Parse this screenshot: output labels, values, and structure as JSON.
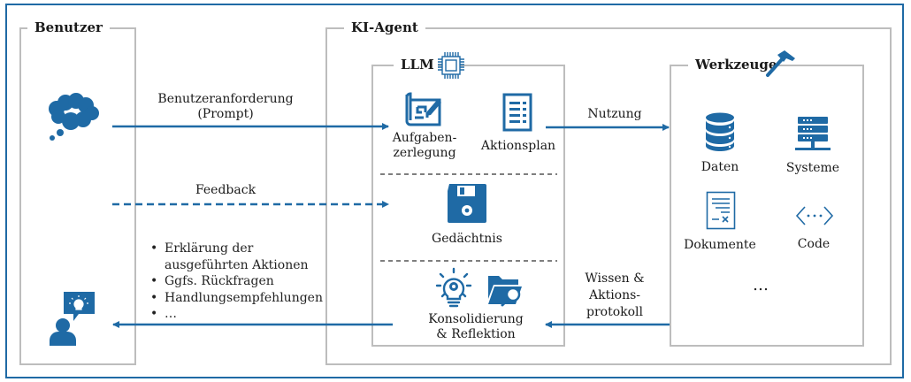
{
  "colors": {
    "accent": "#1f6aa5",
    "box_border": "#bdbdbd",
    "text": "#1a1a1a"
  },
  "benutzer": {
    "title": "Benutzer",
    "icons": [
      "thought-cloud-icon",
      "user-lightbulb-speech-icon"
    ]
  },
  "agent": {
    "title": "KI-Agent",
    "llm": {
      "title": "LLM",
      "icon": "cpu-chip-icon",
      "items": {
        "aufgabenzerlegung": {
          "line1": "Aufgaben-",
          "line2": "zerlegung",
          "icon": "blueprint-pencil-icon"
        },
        "aktionsplan": {
          "label": "Aktionsplan",
          "icon": "checklist-icon"
        },
        "gedaechtnis": {
          "label": "Gedächtnis",
          "icon": "floppy-disk-icon"
        },
        "konsolidierung": {
          "line1": "Konsolidierung",
          "line2": "& Reflektion",
          "icons": [
            "lightbulb-gear-icon",
            "folder-search-icon"
          ]
        }
      }
    },
    "werkzeuge": {
      "title": "Werkzeuge",
      "icon": "hammer-icon",
      "items": [
        {
          "label": "Daten",
          "icon": "database-icon"
        },
        {
          "label": "Systeme",
          "icon": "server-icon"
        },
        {
          "label": "Dokumente",
          "icon": "document-icon"
        },
        {
          "label": "Code",
          "icon": "code-icon"
        }
      ],
      "more": "…"
    }
  },
  "arrows": {
    "prompt": {
      "line1": "Benutzeranforderung",
      "line2": "(Prompt)"
    },
    "feedback": {
      "label": "Feedback"
    },
    "nutzung": {
      "label": "Nutzung"
    },
    "wissen": {
      "line1": "Wissen &",
      "line2": "Aktions-",
      "line3": "protokoll"
    },
    "response_bullets": [
      "Erklärung der",
      "ausgeführten Aktionen",
      "Ggfs. Rückfragen",
      "Handlungsempfehlungen",
      "…"
    ]
  }
}
